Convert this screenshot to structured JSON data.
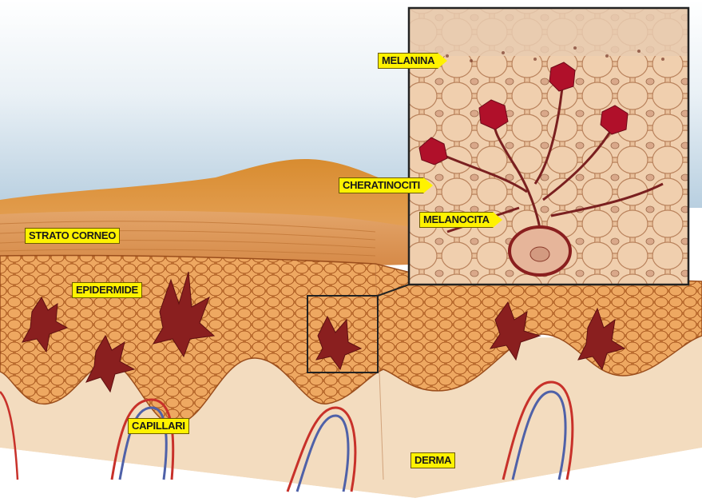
{
  "labels": {
    "melanina": "MELANINA",
    "cheratinociti": "CHERATINOCITI",
    "melanocita": "MELANOCITA",
    "strato_corneo": "STRATO CORNEO",
    "epidermide": "EPIDERMIDE",
    "capillari": "CAPILLARI",
    "derma": "DERMA"
  },
  "colors": {
    "sky": "#c9dbe9",
    "corneum": "#d8913e",
    "epidermis": "#e0913d",
    "cell_line": "#a0521e",
    "dermis": "#f3d9b8",
    "melanocyte": "#8a1f1f",
    "label_bg": "#fff200",
    "artery": "#c8312a",
    "vein": "#4f61a8"
  }
}
